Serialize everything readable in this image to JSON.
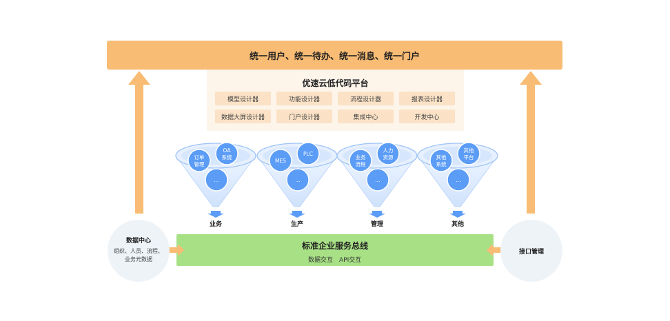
{
  "top_bar": {
    "label": "统一用户、统一待办、统一消息、统一门户"
  },
  "platform": {
    "title": "优速云低代码平台",
    "modules": [
      "模型设计器",
      "功能设计器",
      "流程设计器",
      "报表设计器",
      "数据大屏设计器",
      "门户设计器",
      "集成中心",
      "开发中心"
    ]
  },
  "funnels": [
    {
      "label": "业务",
      "bubbles": [
        "订单\n管理",
        "OA\n系统",
        "..."
      ]
    },
    {
      "label": "生产",
      "bubbles": [
        "MES",
        "PLC",
        "..."
      ]
    },
    {
      "label": "管理",
      "bubbles": [
        "业务\n流程",
        "人力\n资源",
        "..."
      ]
    },
    {
      "label": "其他",
      "bubbles": [
        "其他\n系统",
        "其他\n平台",
        "..."
      ]
    }
  ],
  "bus": {
    "title": "标准企业服务总线",
    "sub1": "数据交互",
    "sub2": "API交互"
  },
  "data_center": {
    "title": "数据中心",
    "desc1": "组织、人员、流程、",
    "desc2": "业务元数据"
  },
  "interface_mgmt": {
    "title": "接口管理"
  },
  "colors": {
    "orange": "#f9bc74",
    "green": "#a8e086",
    "blue": "#5b9cf6",
    "pale_blue": "#dbe9fb"
  }
}
